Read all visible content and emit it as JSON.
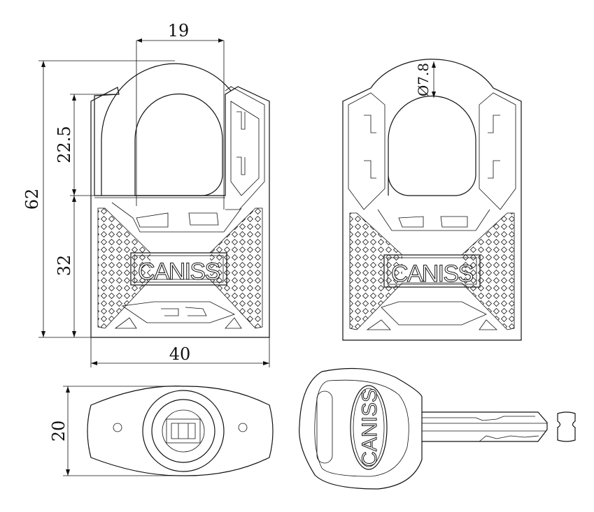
{
  "title": "Padlock technical drawing",
  "dimensions": {
    "shackle_inner_width": "19",
    "overall_height": "62",
    "shackle_clearance": "22.5",
    "body_height": "32",
    "body_width": "40",
    "shackle_diameter": "Ø7.8",
    "body_thickness": "20"
  },
  "brand": "CANISS"
}
